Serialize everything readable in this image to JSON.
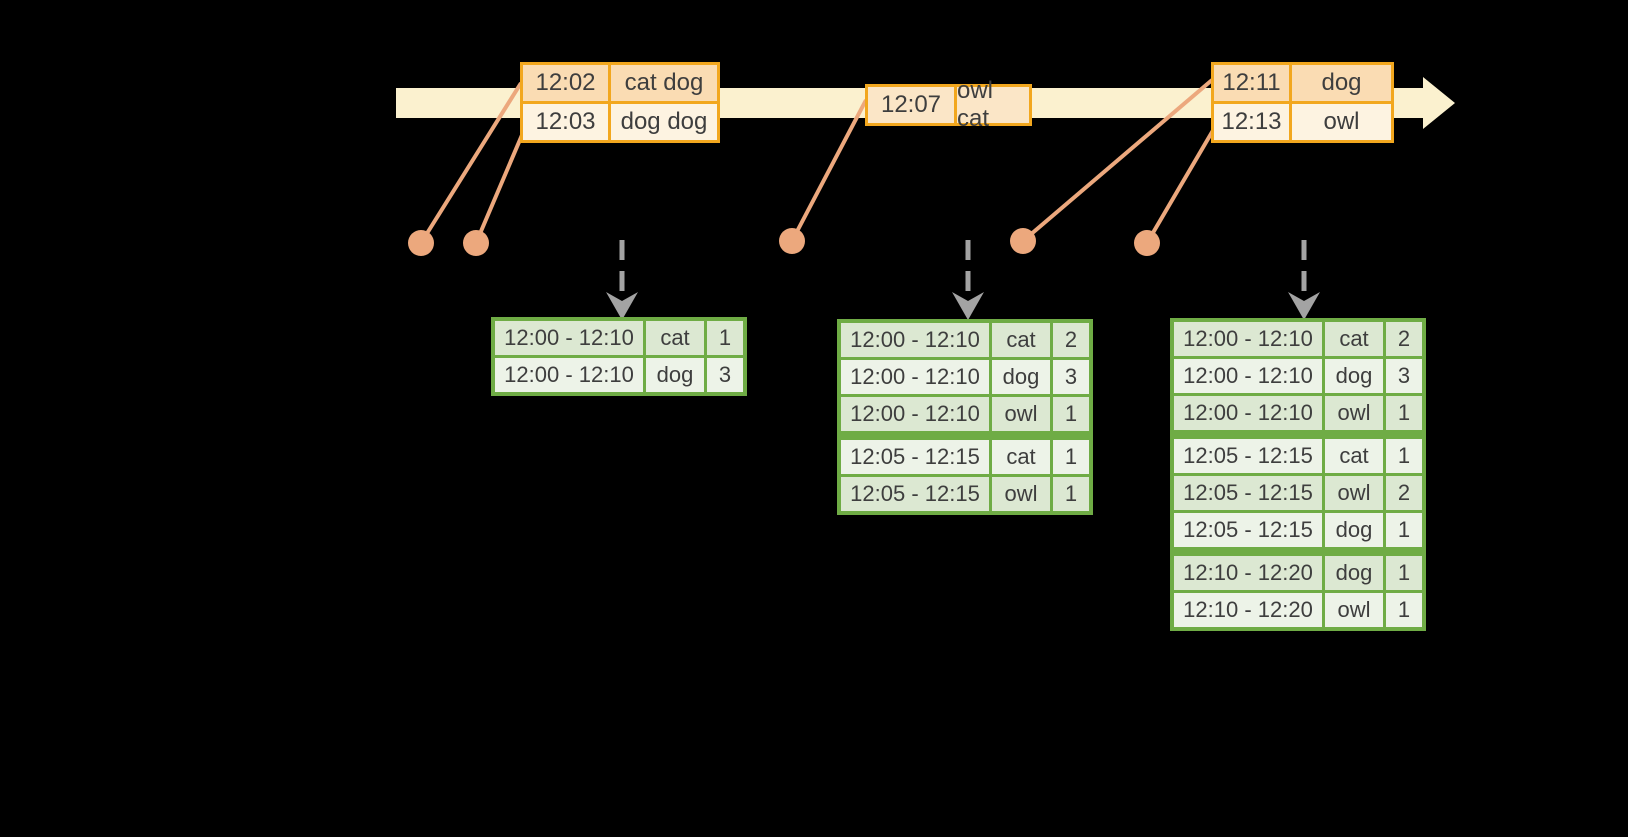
{
  "colors": {
    "background": "#000000",
    "timeline_fill": "#FBF1CF",
    "event_border": "#F2A71E",
    "event_row_dark": "#FADCB3",
    "event_row_light": "#FDF3E1",
    "event_row_mid": "#FBE6C7",
    "connector": "#ECA87D",
    "trigger_arrow": "#A3A3A3",
    "result_border": "#6FAC45",
    "result_row_dark": "#DCE8D2",
    "result_row_light": "#EDF3E8",
    "text": "#3E3E3E"
  },
  "icons": {
    "timeline_arrowhead": "right-arrow",
    "trigger_arrow": "dashed-down-arrow",
    "event_dot": "filled-circle"
  },
  "event_tables": [
    {
      "rows": [
        {
          "time": "12:02",
          "words": "cat dog"
        },
        {
          "time": "12:03",
          "words": "dog dog"
        }
      ]
    },
    {
      "rows": [
        {
          "time": "12:07",
          "words": "owl cat"
        }
      ]
    },
    {
      "rows": [
        {
          "time": "12:11",
          "words": "dog"
        },
        {
          "time": "12:13",
          "words": "owl"
        }
      ]
    }
  ],
  "result_tables": [
    {
      "rows": [
        {
          "window": "12:00 - 12:10",
          "word": "cat",
          "count": "1"
        },
        {
          "window": "12:00 - 12:10",
          "word": "dog",
          "count": "3"
        }
      ]
    },
    {
      "rows": [
        {
          "window": "12:00 - 12:10",
          "word": "cat",
          "count": "2"
        },
        {
          "window": "12:00 - 12:10",
          "word": "dog",
          "count": "3"
        },
        {
          "window": "12:00 - 12:10",
          "word": "owl",
          "count": "1"
        },
        {
          "window": "12:05 - 12:15",
          "word": "cat",
          "count": "1"
        },
        {
          "window": "12:05 - 12:15",
          "word": "owl",
          "count": "1"
        }
      ]
    },
    {
      "rows": [
        {
          "window": "12:00 - 12:10",
          "word": "cat",
          "count": "2"
        },
        {
          "window": "12:00 - 12:10",
          "word": "dog",
          "count": "3"
        },
        {
          "window": "12:00 - 12:10",
          "word": "owl",
          "count": "1"
        },
        {
          "window": "12:05 - 12:15",
          "word": "cat",
          "count": "1"
        },
        {
          "window": "12:05 - 12:15",
          "word": "owl",
          "count": "2"
        },
        {
          "window": "12:05 - 12:15",
          "word": "dog",
          "count": "1"
        },
        {
          "window": "12:10 - 12:20",
          "word": "dog",
          "count": "1"
        },
        {
          "window": "12:10 - 12:20",
          "word": "owl",
          "count": "1"
        }
      ]
    }
  ]
}
